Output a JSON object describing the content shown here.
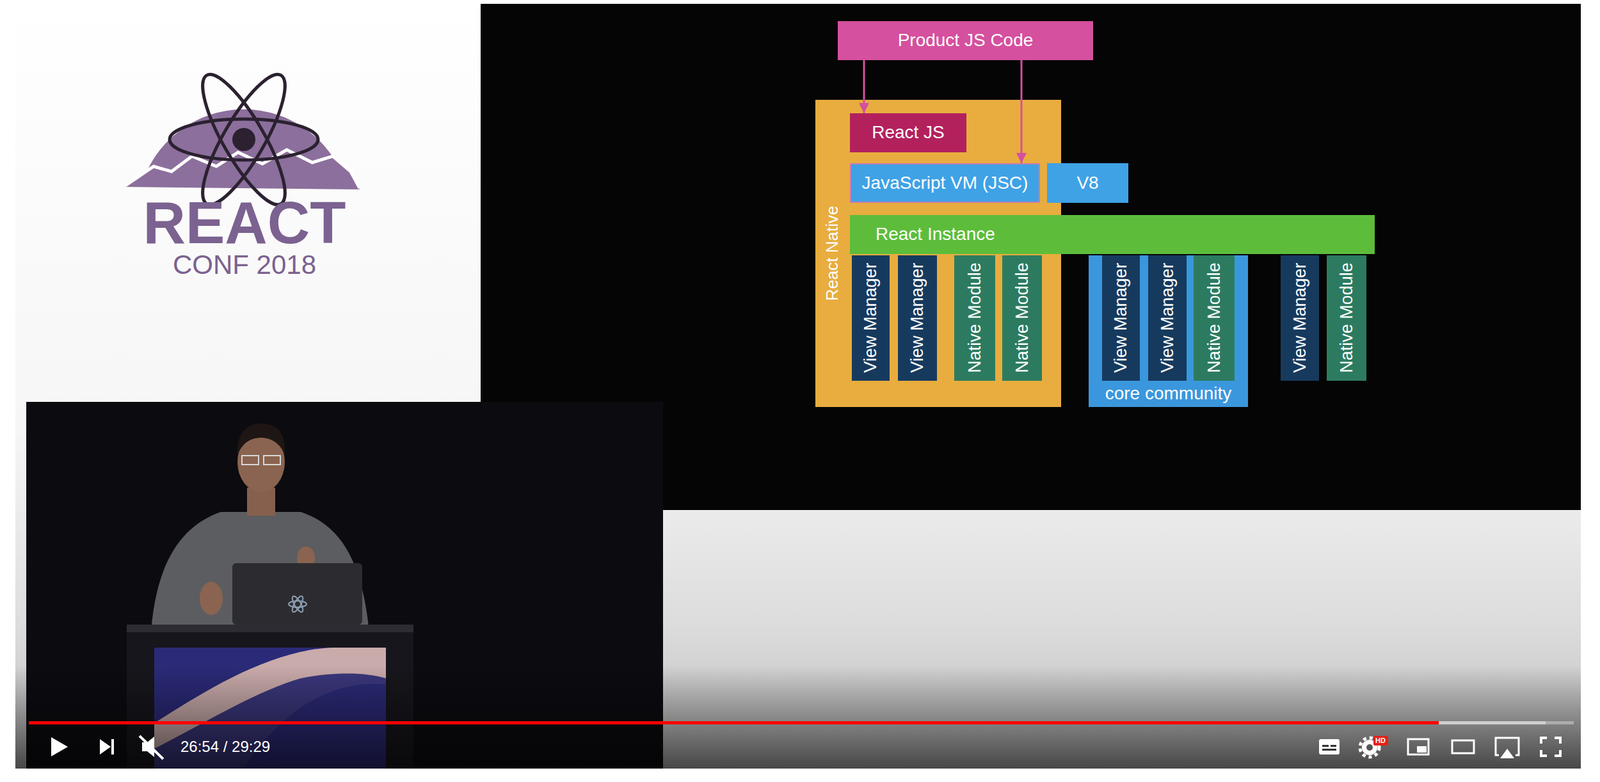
{
  "diagram": {
    "nodes": [
      {
        "text": [
          "Product JS Code"
        ]
      },
      {
        "text": [
          "React Native"
        ]
      },
      {
        "text": [
          "React JS"
        ],
        "in": 1
      },
      {
        "text": [
          "JavaScript VM (JSC)"
        ],
        "in": 1
      },
      {
        "text": [
          "V8"
        ]
      },
      {
        "text": [
          "React Instance"
        ]
      },
      {
        "text": [
          "View Manager"
        ],
        "in": 1
      },
      {
        "text": [
          "View Manager"
        ],
        "in": 1
      },
      {
        "text": [
          "Native Module"
        ],
        "in": 1
      },
      {
        "text": [
          "Native Module"
        ],
        "in": 1
      },
      {
        "text": [
          "core community"
        ]
      },
      {
        "text": [
          "View Manager"
        ],
        "in": 10
      },
      {
        "text": [
          "View Manager"
        ],
        "in": 10
      },
      {
        "text": [
          "Native Module"
        ],
        "in": 10
      },
      {
        "text": [
          "View Manager"
        ]
      },
      {
        "text": [
          "Native Module"
        ]
      }
    ],
    "edges": [
      {
        "from": 0,
        "to": 2,
        "arrow": "to"
      },
      {
        "from": 0,
        "to": 3,
        "arrow": "to"
      }
    ],
    "labels": [
      "REACT",
      "CONF 2018",
      "26:54 / 29:29",
      "HD"
    ]
  }
}
